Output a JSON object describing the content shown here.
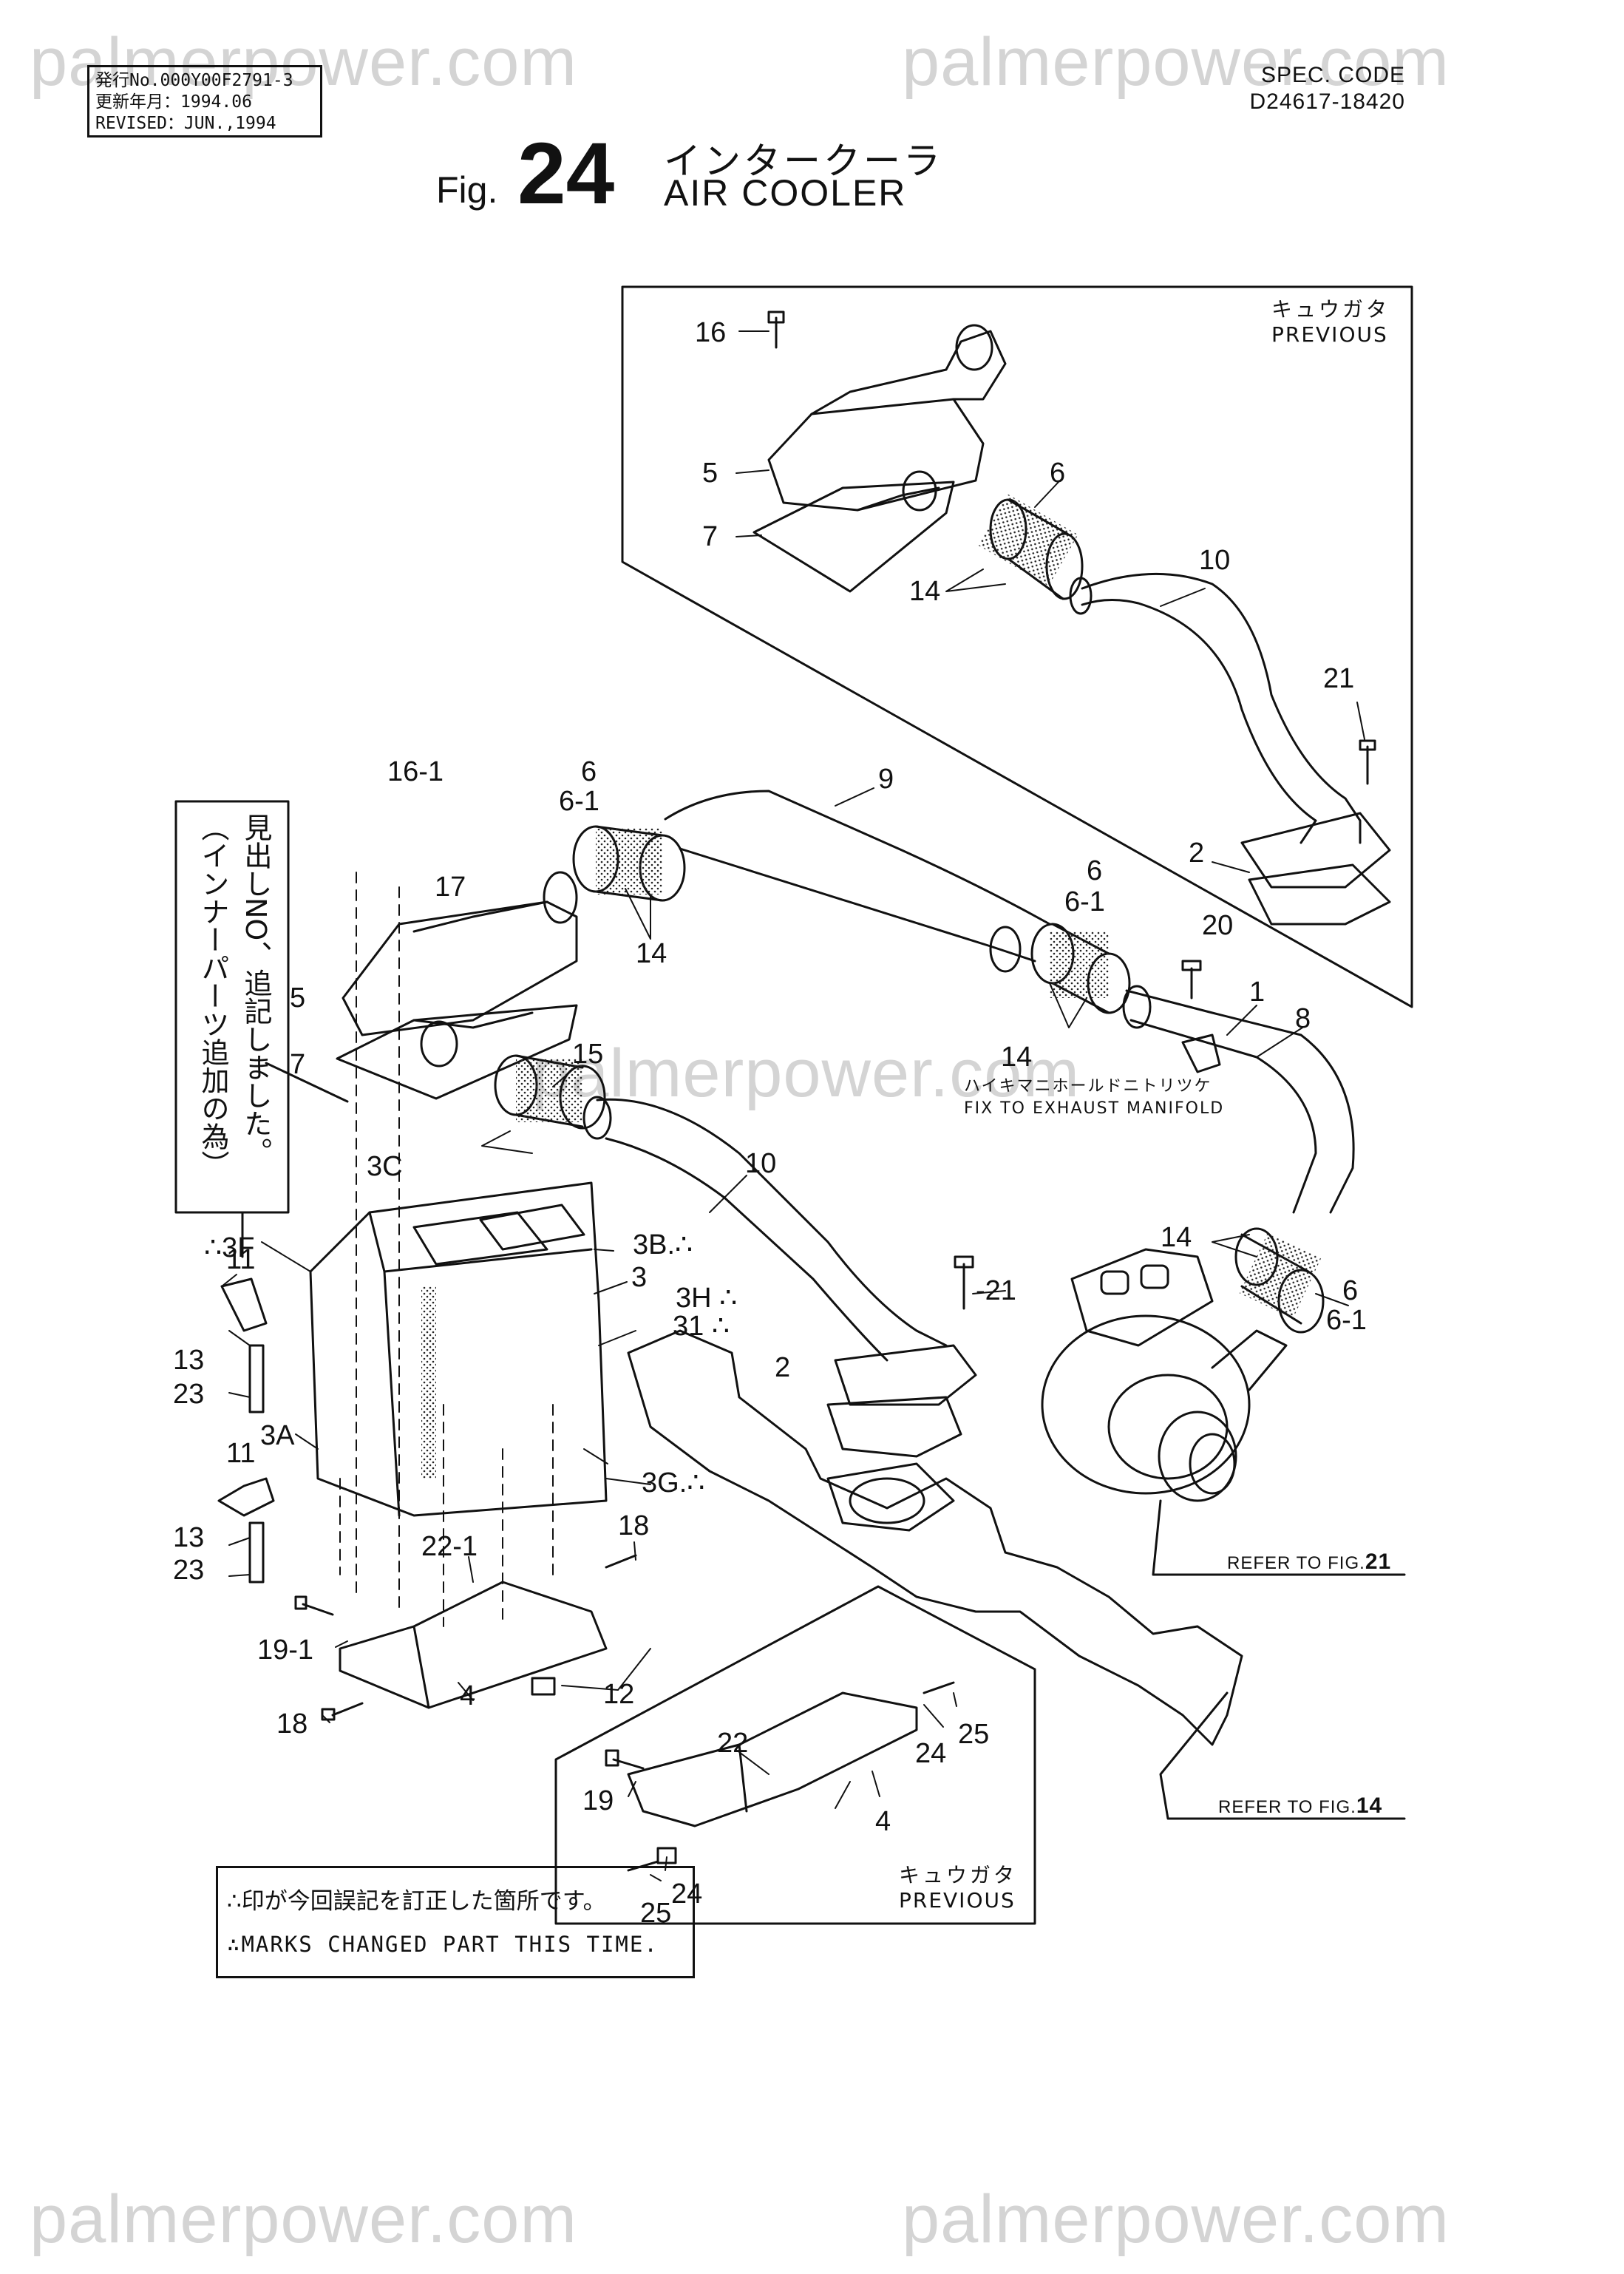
{
  "watermark": "palmerpower.com",
  "header": {
    "issue_no": "発行No.000Y00F2791-3",
    "revised_date_jp": "更新年月：1994.06",
    "revised_en": "REVISED：JUN.,1994",
    "spec_code_label": "SPEC. CODE",
    "spec_code_value": "D24617-18420"
  },
  "figure": {
    "prefix": "Fig.",
    "number": "24",
    "title_jp": "インタークーラ",
    "title_en": "AIR COOLER"
  },
  "inset_upper": {
    "label_jp": "キュウガタ",
    "label_en": "PREVIOUS"
  },
  "inset_lower": {
    "label_jp": "キュウガタ",
    "label_en": "PREVIOUS"
  },
  "vertical_note": {
    "line1": "見出しNO、追記しました。",
    "line2": "（インナーパーツ追加の為）"
  },
  "manifold_note": {
    "jp": "ハイキマニホールドニトリツケ",
    "en": "FIX TO EXHAUST MANIFOLD"
  },
  "refer_21": {
    "text": "REFER TO FIG.",
    "num": "21"
  },
  "refer_14": {
    "text": "REFER TO FIG.",
    "num": "14"
  },
  "notes": {
    "jp": "∴印が今回誤記を訂正した箇所です。",
    "en": "∴MARKS CHANGED PART THIS TIME."
  },
  "callouts": [
    "16",
    "5",
    "6",
    "7",
    "14",
    "10",
    "21",
    "2",
    "16-1",
    "17",
    "6",
    "6-1",
    "9",
    "5",
    "7",
    "15",
    "14",
    "14",
    "6",
    "6-1",
    "14",
    "20",
    "1",
    "8",
    "3C",
    "∴3F",
    "3B.∴",
    "3",
    "3H ∴",
    "31 ∴",
    "10",
    "-21",
    "14",
    "6",
    "6-1",
    "11",
    "13",
    "23",
    "3A",
    "11",
    "13",
    "23",
    "2",
    "3G.∴",
    "22-1",
    "18",
    "19-1",
    "18",
    "4",
    "12",
    "22",
    "24",
    "25",
    "19",
    "4",
    "25",
    "24"
  ]
}
